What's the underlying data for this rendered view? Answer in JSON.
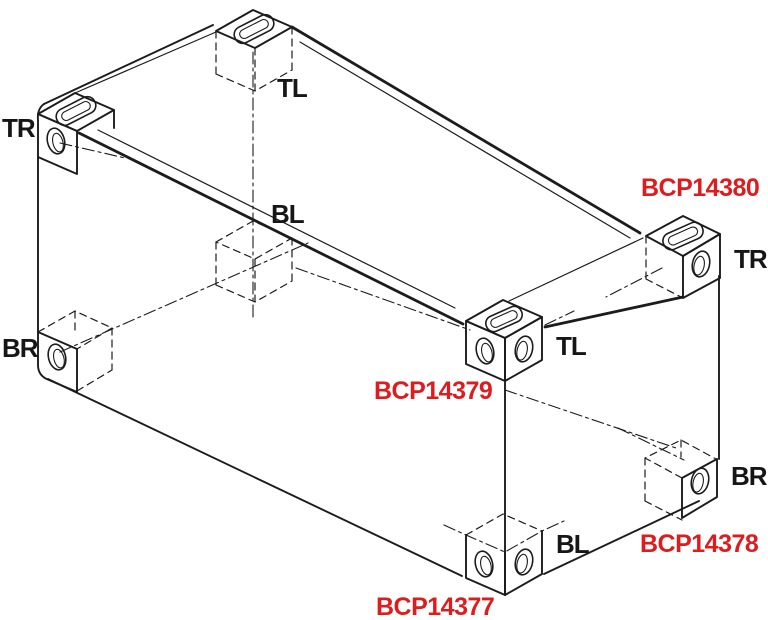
{
  "figure": {
    "kind": "isometric-technical-drawing",
    "subject": "Container frame with eight ISO corner castings, corner position labels and part numbers",
    "colors": {
      "line": "#1c1c1c",
      "part_number_red": "#de1b1d",
      "background": "#ffffff"
    },
    "corner_labels": [
      {
        "id": "tl-top",
        "text": "TL"
      },
      {
        "id": "tr-left",
        "text": "TR"
      },
      {
        "id": "bl-middle",
        "text": "BL"
      },
      {
        "id": "br-left",
        "text": "BR"
      },
      {
        "id": "tr-right",
        "text": "TR"
      },
      {
        "id": "tl-middle",
        "text": "TL"
      },
      {
        "id": "bl-bottom",
        "text": "BL"
      },
      {
        "id": "br-right",
        "text": "BR"
      }
    ],
    "part_numbers": [
      {
        "id": "bcp14380",
        "text": "BCP14380",
        "labels_corner": "TR top right"
      },
      {
        "id": "bcp14379",
        "text": "BCP14379",
        "labels_corner": "TL middle front"
      },
      {
        "id": "bcp14378",
        "text": "BCP14378",
        "labels_corner": "BR bottom right"
      },
      {
        "id": "bcp14377",
        "text": "BCP14377",
        "labels_corner": "BL bottom front"
      }
    ]
  }
}
